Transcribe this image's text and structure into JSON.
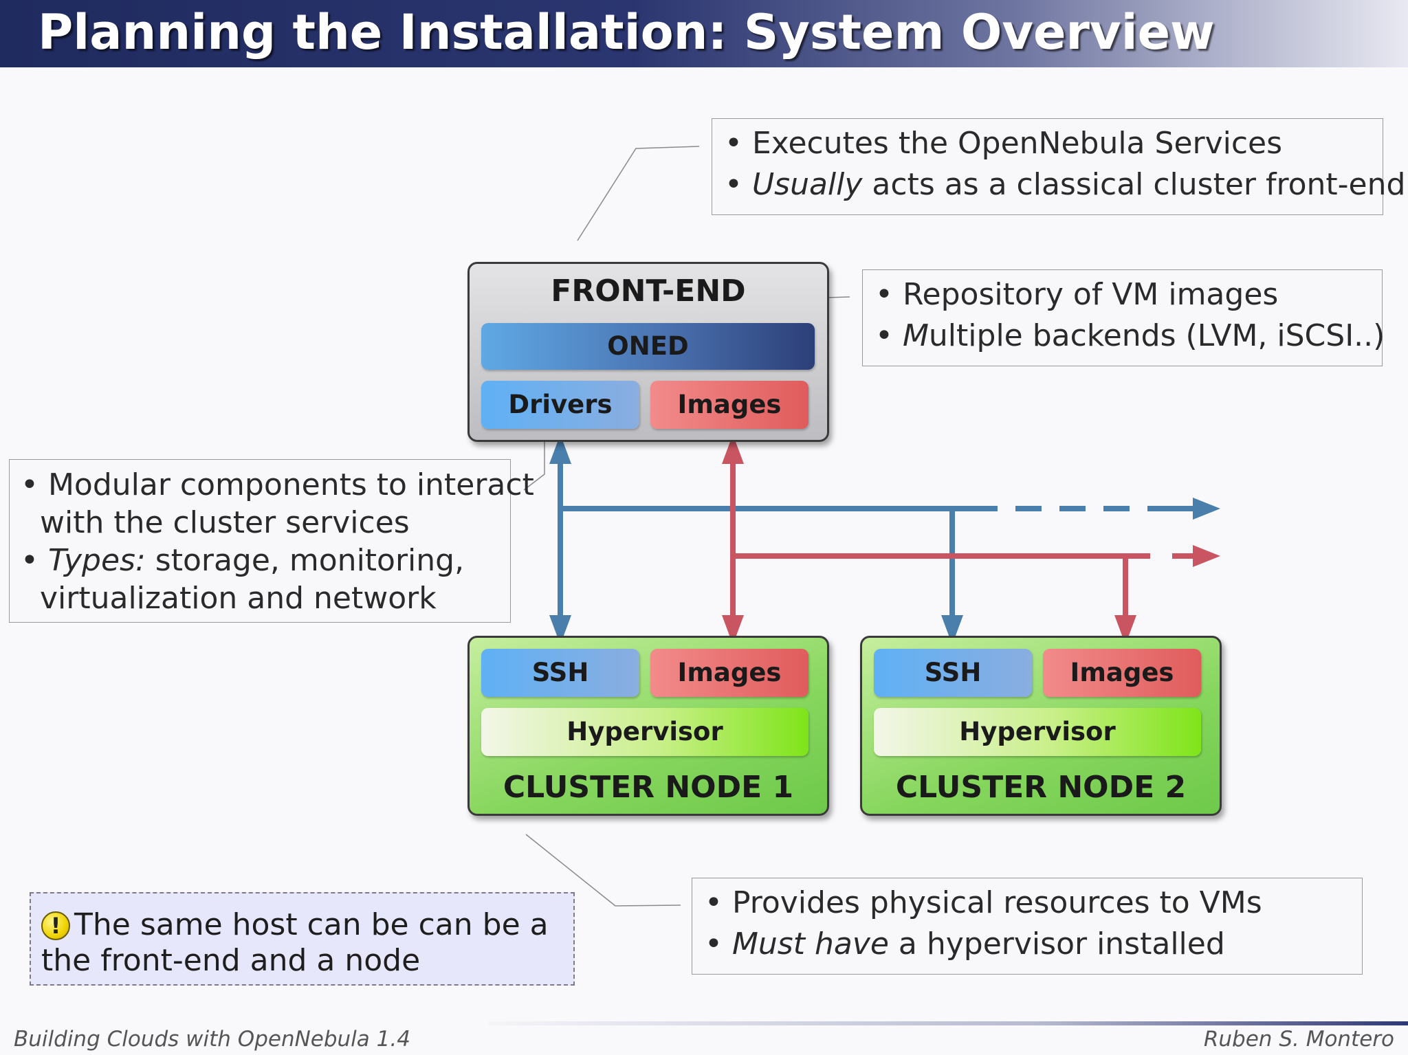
{
  "slide": {
    "title": "Planning the Installation: System Overview"
  },
  "callouts": {
    "frontend": {
      "line1": "Executes the OpenNebula Services",
      "line2_em": "Usually",
      "line2_rest": " acts as a classical cluster front-end"
    },
    "images": {
      "line1": "Repository of VM images",
      "line2_em": "M",
      "line2_rest": "ultiple backends (LVM, iSCSI..)"
    },
    "drivers": {
      "line1": "Modular components to interact",
      "line1b": "with the cluster services",
      "line2_em": "Types:",
      "line2_rest": " storage, monitoring,",
      "line2b": "virtualization and network"
    },
    "node": {
      "line1": "Provides physical resources to VMs",
      "line2_em": "Must have",
      "line2_rest": " a hypervisor installed"
    }
  },
  "diagram": {
    "frontend": {
      "title": "FRONT-END",
      "oned": "ONED",
      "drivers": "Drivers",
      "images": "Images"
    },
    "nodes": [
      {
        "title": "CLUSTER NODE 1",
        "ssh": "SSH",
        "images": "Images",
        "hypervisor": "Hypervisor"
      },
      {
        "title": "CLUSTER NODE 2",
        "ssh": "SSH",
        "images": "Images",
        "hypervisor": "Hypervisor"
      }
    ],
    "colors": {
      "blue_line": "#4a7eab",
      "red_line": "#c95562"
    }
  },
  "note": {
    "icon": "warning-icon",
    "icon_glyph": "!",
    "text_line1": "The same host can be can be a",
    "text_line2": "the front-end and a node"
  },
  "footer": {
    "left": "Building Clouds with OpenNebula 1.4",
    "right": "Ruben S. Montero"
  }
}
